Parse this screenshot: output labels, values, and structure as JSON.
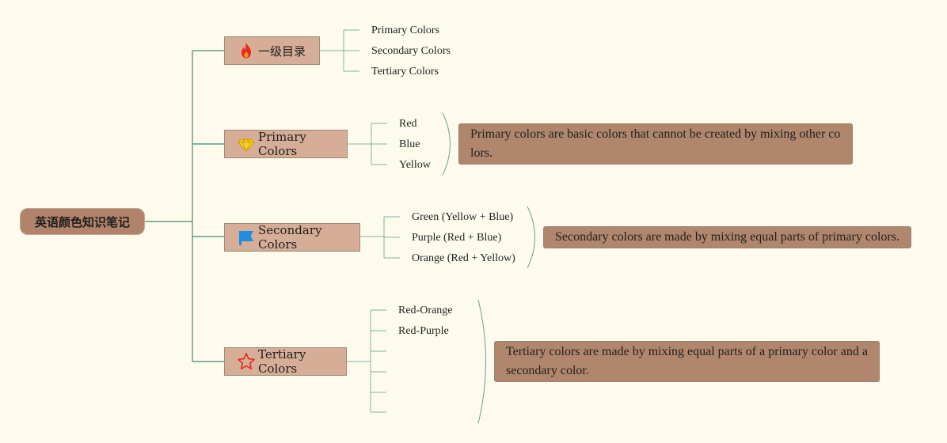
{
  "root": {
    "label": "英语颜色知识笔记"
  },
  "branches": [
    {
      "label": "一级目录",
      "icon": "fire-icon",
      "children": [
        "Primary Colors",
        "Secondary Colors",
        "Tertiary Colors"
      ]
    },
    {
      "label": "Primary Colors",
      "icon": "diamond-icon",
      "children": [
        "Red",
        "Blue",
        "Yellow"
      ],
      "note": "Primary colors are basic colors that cannot be created by mixing other colors."
    },
    {
      "label": "Secondary Colors",
      "icon": "flag-icon",
      "children": [
        "Green (Yellow + Blue)",
        "Purple (Red + Blue)",
        "Orange (Red + Yellow)"
      ],
      "note": "Secondary colors are made by mixing equal parts of primary colors."
    },
    {
      "label": "Tertiary Colors",
      "icon": "star-icon",
      "children": [
        "Red-Orange",
        "Red-Purple",
        "",
        "",
        "",
        ""
      ],
      "note": "Tertiary colors are made by mixing equal parts of a primary color and a secondary color."
    }
  ],
  "colors": {
    "background": "#fefbed",
    "root_fill": "#b1836a",
    "branch_fill": "#d6ad96",
    "note_fill": "#b0866c",
    "connector": "#5f9a86"
  }
}
